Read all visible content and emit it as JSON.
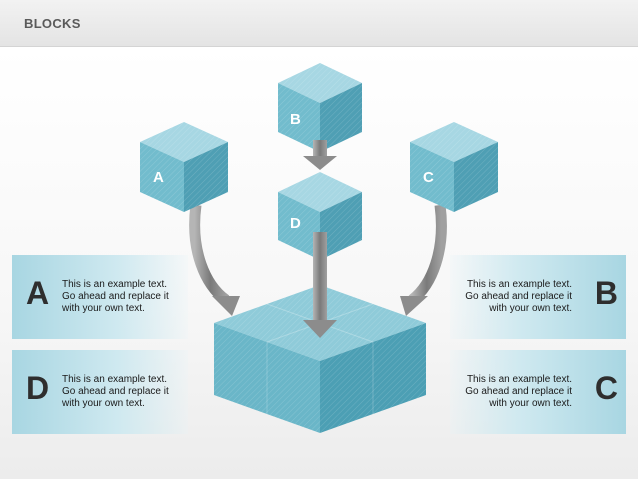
{
  "header": {
    "title": "BLOCKS"
  },
  "cubes": {
    "a": "A",
    "b": "B",
    "c": "C",
    "d": "D"
  },
  "text_boxes": [
    {
      "letter": "A",
      "text": "This is an example text. Go ahead and replace it with your own text."
    },
    {
      "letter": "B",
      "text": "This is an example text. Go ahead and replace it with your own text."
    },
    {
      "letter": "D",
      "text": "This is an example text. Go ahead and replace it with your own text."
    },
    {
      "letter": "C",
      "text": "This is an example text. Go ahead and replace it with your own text."
    }
  ],
  "colors": {
    "cube_top": "#9fd3e0",
    "cube_left": "#6fbacb",
    "cube_right": "#4ea1b6",
    "arrow": "#8c8c8c"
  }
}
